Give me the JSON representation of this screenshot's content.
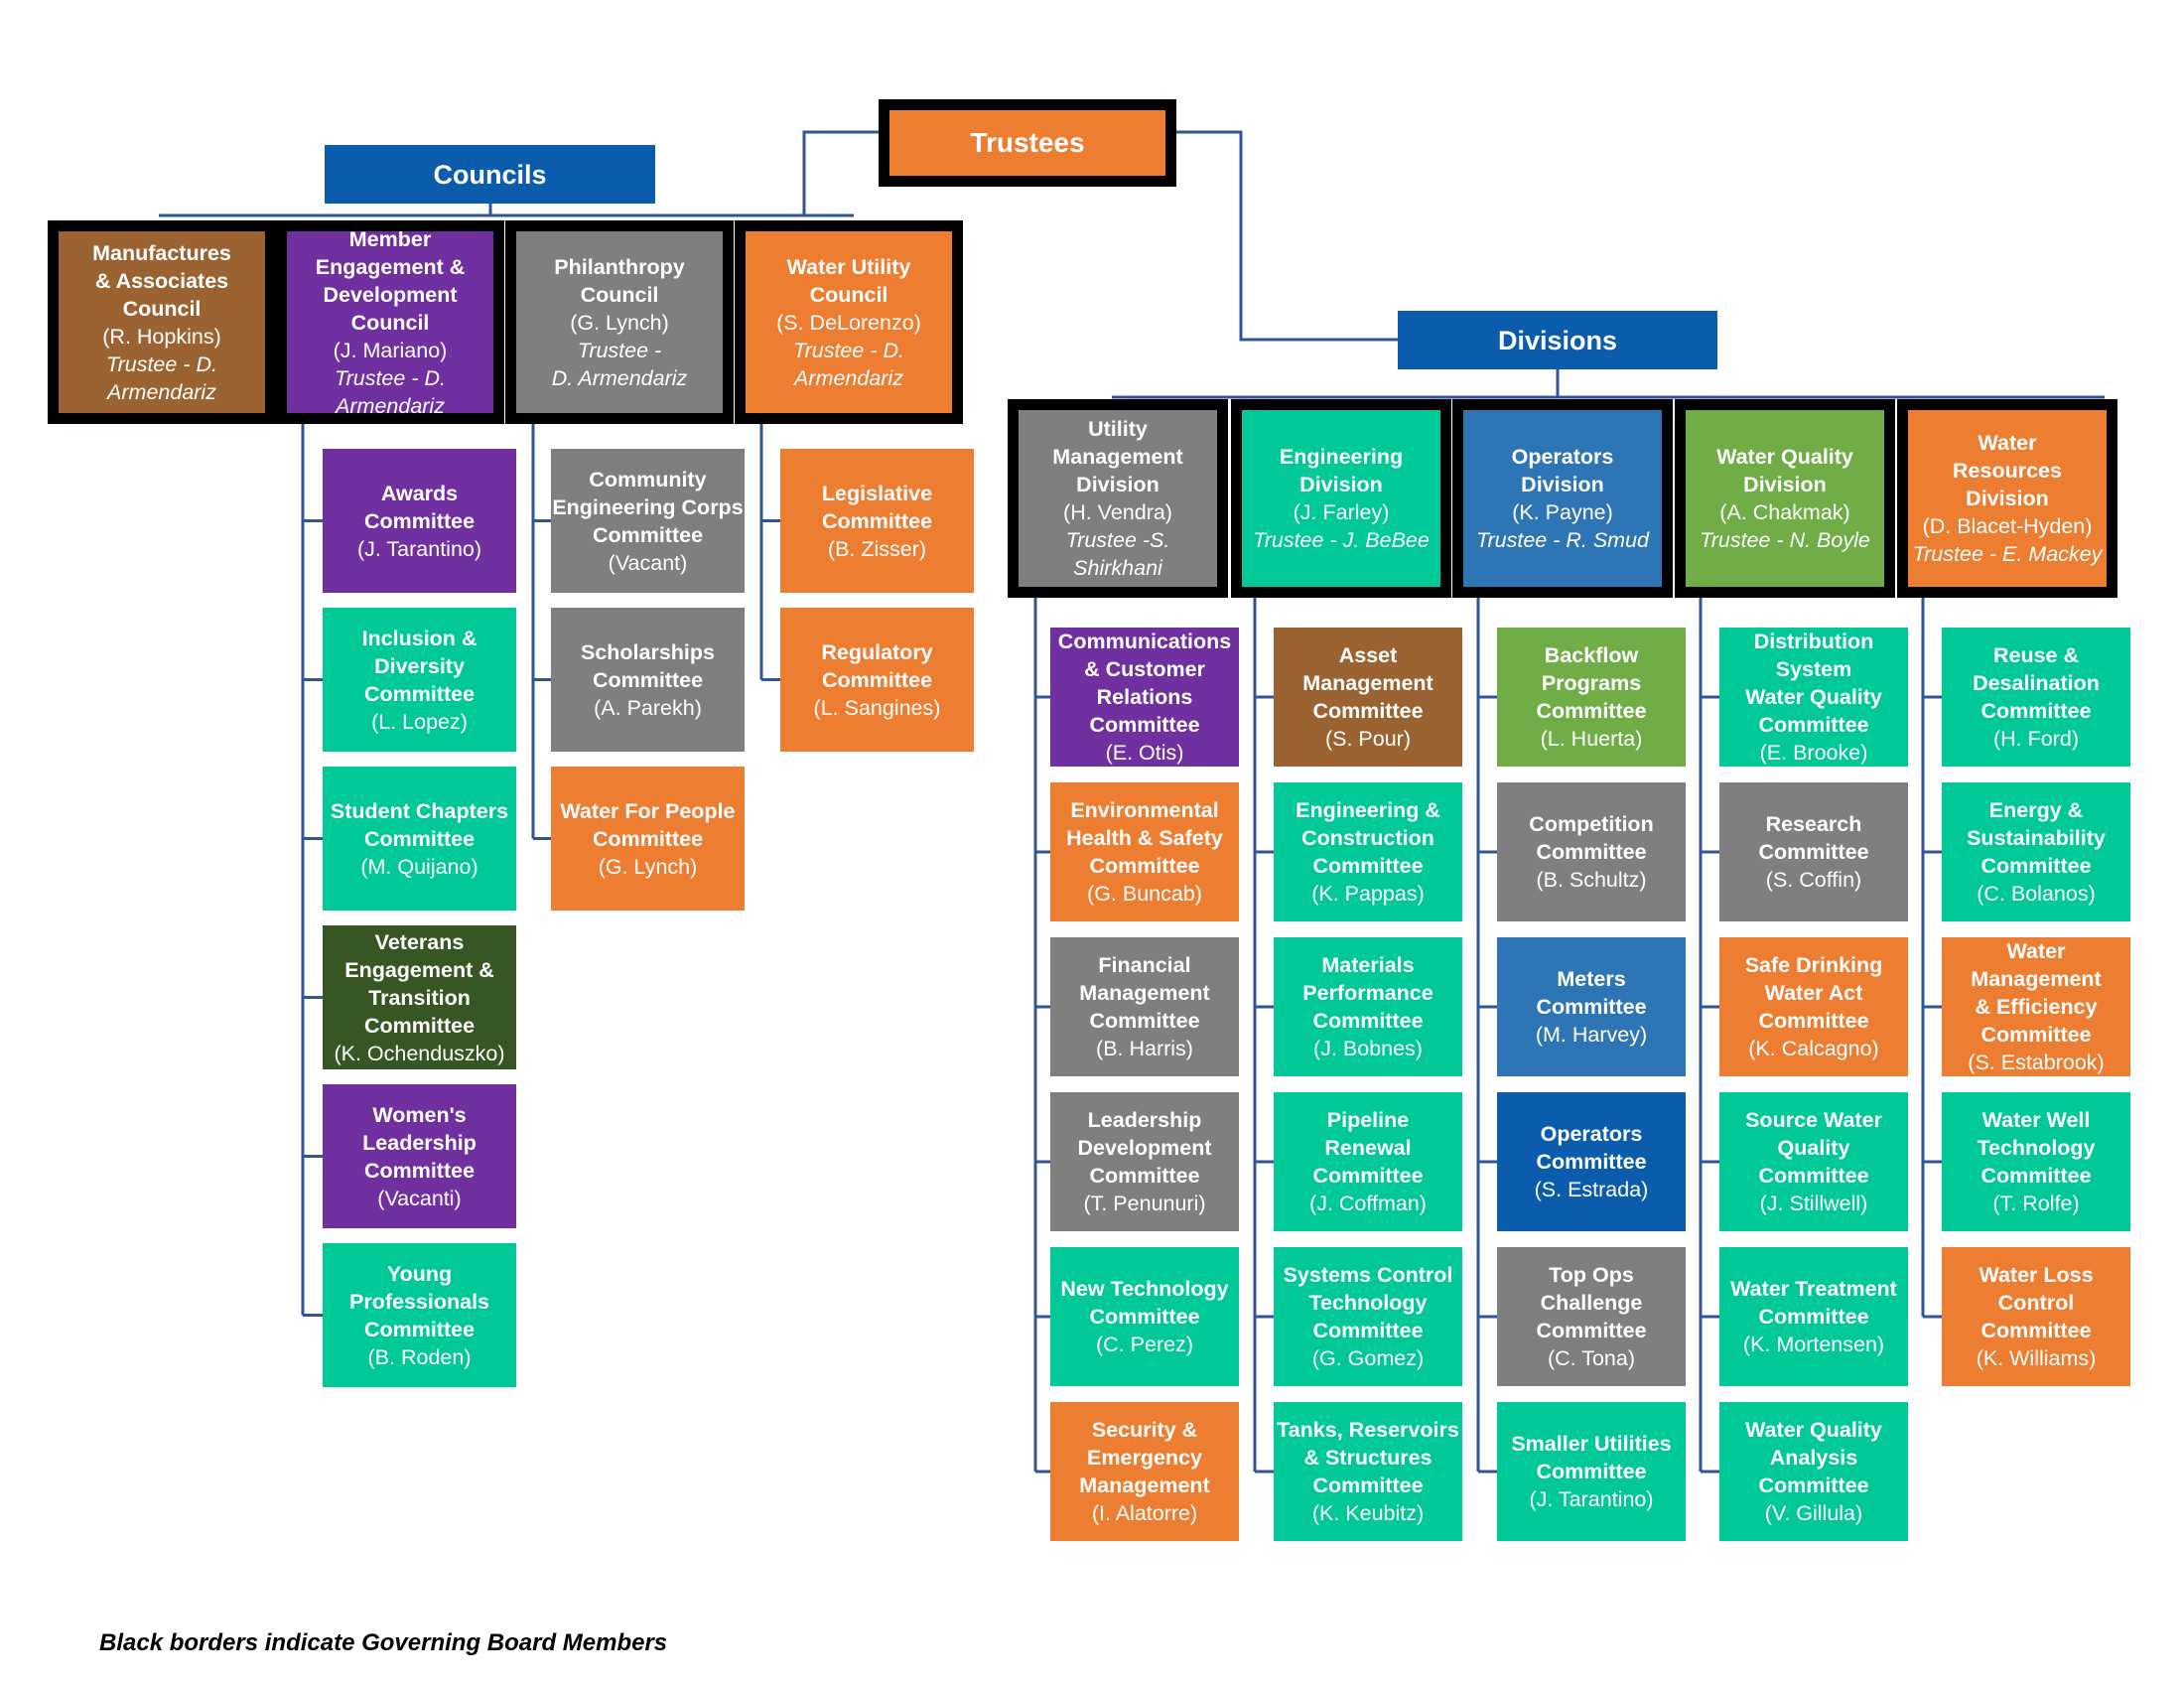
{
  "colors": {
    "blue_header": "#0B5CAD",
    "connector": "#2F5597",
    "brown": "#9B6331",
    "purple": "#7030A0",
    "gray": "#7F7F7F",
    "orange": "#ED7D31",
    "teal": "#00C896",
    "darkgreen": "#375623",
    "green": "#70AD47",
    "blue": "#2E75B6",
    "border": "#000000"
  },
  "trustees": {
    "label": "Trustees"
  },
  "councils_header": {
    "label": "Councils"
  },
  "divisions_header": {
    "label": "Divisions"
  },
  "councils": [
    {
      "title": [
        "Manufactures",
        "& Associates",
        "Council"
      ],
      "person": "(R. Hopkins)",
      "trustee": [
        "Trustee - D.",
        "Armendariz"
      ],
      "color": "brown",
      "committees": []
    },
    {
      "title": [
        "Member",
        "Engagement &",
        "Development",
        "Council"
      ],
      "person": "(J. Mariano)",
      "trustee": [
        "Trustee - D.",
        "Armendariz"
      ],
      "color": "purple",
      "committees": [
        {
          "title": [
            "Awards",
            "Committee"
          ],
          "person": "(J. Tarantino)",
          "color": "purple"
        },
        {
          "title": [
            "Inclusion &",
            "Diversity",
            "Committee"
          ],
          "person": "(L. Lopez)",
          "color": "teal"
        },
        {
          "title": [
            "Student Chapters",
            "Committee"
          ],
          "person": "(M. Quijano)",
          "color": "teal"
        },
        {
          "title": [
            "Veterans",
            "Engagement &",
            "Transition",
            "Committee"
          ],
          "person": "(K. Ochenduszko)",
          "color": "darkgreen"
        },
        {
          "title": [
            "Women's",
            "Leadership",
            "Committee"
          ],
          "person": "(Vacanti)",
          "color": "purple"
        },
        {
          "title": [
            "Young",
            "Professionals",
            "Committee"
          ],
          "person": "(B. Roden)",
          "color": "teal"
        }
      ]
    },
    {
      "title": [
        "Philanthropy",
        "Council"
      ],
      "person": "(G. Lynch)",
      "trustee": [
        "Trustee -",
        "D. Armendariz"
      ],
      "color": "gray",
      "committees": [
        {
          "title": [
            "Community",
            "Engineering Corps",
            "Committee"
          ],
          "person": "(Vacant)",
          "color": "gray"
        },
        {
          "title": [
            "Scholarships",
            "Committee"
          ],
          "person": "(A. Parekh)",
          "color": "gray"
        },
        {
          "title": [
            "Water For People",
            "Committee"
          ],
          "person": "(G. Lynch)",
          "color": "orange"
        }
      ]
    },
    {
      "title": [
        "Water Utility",
        "Council"
      ],
      "person": "(S. DeLorenzo)",
      "trustee": [
        "Trustee - D.",
        "Armendariz"
      ],
      "color": "orange",
      "committees": [
        {
          "title": [
            "Legislative",
            "Committee"
          ],
          "person": "(B. Zisser)",
          "color": "orange"
        },
        {
          "title": [
            "Regulatory",
            "Committee"
          ],
          "person": "(L. Sangines)",
          "color": "orange"
        }
      ]
    }
  ],
  "divisions": [
    {
      "title": [
        "Utility",
        "Management",
        "Division"
      ],
      "person": "(H. Vendra)",
      "trustee": [
        "Trustee -S.",
        "Shirkhani"
      ],
      "color": "gray",
      "committees": [
        {
          "title": [
            "Communications",
            "& Customer",
            "Relations",
            "Committee"
          ],
          "person": "(E. Otis)",
          "color": "purple"
        },
        {
          "title": [
            "Environmental",
            "Health & Safety",
            "Committee"
          ],
          "person": "(G. Buncab)",
          "color": "orange"
        },
        {
          "title": [
            "Financial",
            "Management",
            "Committee"
          ],
          "person": "(B. Harris)",
          "color": "gray"
        },
        {
          "title": [
            "Leadership",
            "Development",
            "Committee"
          ],
          "person": "(T. Penunuri)",
          "color": "gray"
        },
        {
          "title": [
            "New Technology",
            "Committee"
          ],
          "person": "(C. Perez)",
          "color": "teal"
        },
        {
          "title": [
            "Security &",
            "Emergency",
            "Management"
          ],
          "person": "(I. Alatorre)",
          "color": "orange"
        }
      ]
    },
    {
      "title": [
        "Engineering",
        "Division"
      ],
      "person": "(J. Farley)",
      "trustee": [
        "Trustee - J. BeBee"
      ],
      "color": "teal",
      "committees": [
        {
          "title": [
            "Asset",
            "Management",
            "Committee"
          ],
          "person": "(S. Pour)",
          "color": "brown"
        },
        {
          "title": [
            "Engineering &",
            "Construction",
            "Committee"
          ],
          "person": "(K. Pappas)",
          "color": "teal"
        },
        {
          "title": [
            "Materials",
            "Performance",
            "Committee"
          ],
          "person": "(J. Bobnes)",
          "color": "teal"
        },
        {
          "title": [
            "Pipeline",
            "Renewal",
            "Committee"
          ],
          "person": "(J. Coffman)",
          "color": "teal"
        },
        {
          "title": [
            "Systems Control",
            "Technology",
            "Committee"
          ],
          "person": "(G. Gomez)",
          "color": "teal"
        },
        {
          "title": [
            "Tanks, Reservoirs",
            "& Structures",
            "Committee"
          ],
          "person": "(K. Keubitz)",
          "color": "teal"
        }
      ]
    },
    {
      "title": [
        "Operators",
        "Division"
      ],
      "person": "(K. Payne)",
      "trustee": [
        "Trustee - R. Smud"
      ],
      "color": "blue",
      "committees": [
        {
          "title": [
            "Backflow",
            "Programs",
            "Committee"
          ],
          "person": "(L. Huerta)",
          "color": "green"
        },
        {
          "title": [
            "Competition",
            "Committee"
          ],
          "person": "(B. Schultz)",
          "color": "gray"
        },
        {
          "title": [
            "Meters",
            "Committee"
          ],
          "person": "(M. Harvey)",
          "color": "blue"
        },
        {
          "title": [
            "Operators",
            "Committee"
          ],
          "person": "(S. Estrada)",
          "color": "blue_header"
        },
        {
          "title": [
            "Top Ops",
            "Challenge",
            "Committee"
          ],
          "person": "(C. Tona)",
          "color": "gray"
        },
        {
          "title": [
            "Smaller Utilities",
            "Committee"
          ],
          "person": "(J. Tarantino)",
          "color": "teal"
        }
      ]
    },
    {
      "title": [
        "Water Quality",
        "Division"
      ],
      "person": "(A. Chakmak)",
      "trustee": [
        "Trustee - N. Boyle"
      ],
      "color": "green",
      "committees": [
        {
          "title": [
            "Distribution",
            "System",
            "Water Quality",
            "Committee"
          ],
          "person": "(E. Brooke)",
          "color": "teal"
        },
        {
          "title": [
            "Research",
            "Committee"
          ],
          "person": "(S. Coffin)",
          "color": "gray"
        },
        {
          "title": [
            "Safe Drinking",
            "Water Act",
            "Committee"
          ],
          "person": "(K. Calcagno)",
          "color": "orange"
        },
        {
          "title": [
            "Source Water",
            "Quality",
            "Committee"
          ],
          "person": "(J. Stillwell)",
          "color": "teal"
        },
        {
          "title": [
            "Water Treatment",
            "Committee"
          ],
          "person": "(K. Mortensen)",
          "color": "teal"
        },
        {
          "title": [
            "Water Quality",
            "Analysis",
            "Committee"
          ],
          "person": "(V. Gillula)",
          "color": "teal"
        }
      ]
    },
    {
      "title": [
        "Water",
        "Resources",
        "Division"
      ],
      "person": "(D. Blacet-Hyden)",
      "trustee": [
        "Trustee - E. Mackey"
      ],
      "color": "orange",
      "committees": [
        {
          "title": [
            "Reuse &",
            "Desalination",
            "Committee"
          ],
          "person": "(H. Ford)",
          "color": "teal"
        },
        {
          "title": [
            "Energy &",
            "Sustainability",
            "Committee"
          ],
          "person": "(C. Bolanos)",
          "color": "teal"
        },
        {
          "title": [
            "Water",
            "Management",
            "& Efficiency",
            "Committee"
          ],
          "person": "(S. Estabrook)",
          "color": "orange"
        },
        {
          "title": [
            "Water Well",
            "Technology",
            "Committee"
          ],
          "person": "(T. Rolfe)",
          "color": "teal"
        },
        {
          "title": [
            "Water Loss",
            "Control",
            "Committee"
          ],
          "person": "(K. Williams)",
          "color": "orange"
        }
      ]
    }
  ],
  "footnote": "Black borders indicate Governing Board Members"
}
